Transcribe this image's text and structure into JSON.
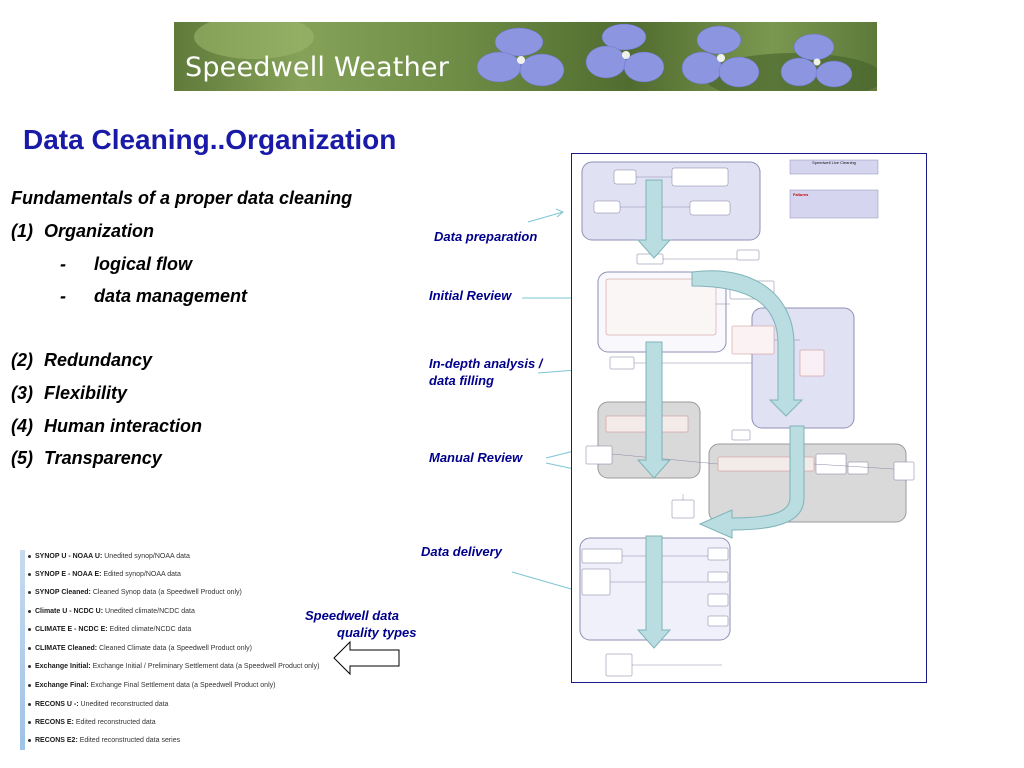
{
  "banner": {
    "brand": "Speedwell Weather"
  },
  "title": "Data Cleaning..Organization",
  "content": {
    "heading": "Fundamentals of a proper data cleaning",
    "items": [
      {
        "num": "(1)",
        "label": "Organization"
      },
      {
        "num": "(2)",
        "label": "Redundancy"
      },
      {
        "num": "(3)",
        "label": "Flexibility"
      },
      {
        "num": "(4)",
        "label": "Human interaction"
      },
      {
        "num": "(5)",
        "label": "Transparency"
      }
    ],
    "subitems": [
      {
        "dash": "-",
        "label": "logical flow"
      },
      {
        "dash": "-",
        "label": "data management"
      }
    ]
  },
  "callouts": {
    "data_preparation": "Data preparation",
    "initial_review": "Initial Review",
    "indepth_line1": "In-depth analysis /",
    "indepth_line2": "data filling",
    "manual_review": "Manual Review",
    "data_delivery": "Data delivery",
    "quality_types_line1": "Speedwell data",
    "quality_types_line2": "quality types"
  },
  "legend": [
    {
      "name": "SYNOP U - NOAA U:",
      "desc": " Unedited synop/NOAA data"
    },
    {
      "name": "SYNOP E - NOAA E:",
      "desc": " Edited synop/NOAA data"
    },
    {
      "name": "SYNOP Cleaned:",
      "desc": " Cleaned Synop data (a Speedwell Product only)"
    },
    {
      "name": "Climate U - NCDC U:",
      "desc": " Unedited climate/NCDC data"
    },
    {
      "name": "CLIMATE E - NCDC E:",
      "desc": " Edited climate/NCDC data"
    },
    {
      "name": "CLIMATE Cleaned:",
      "desc": " Cleaned Climate data (a Speedwell Product only)"
    },
    {
      "name": "Exchange Initial:",
      "desc": " Exchange Initial / Preliminary Settlement data (a Speedwell Product only)"
    },
    {
      "name": "Exchange Final:",
      "desc": " Exchange Final Settlement data (a Speedwell Product only)"
    },
    {
      "name": "RECONS U -:",
      "desc": " Unedited reconstructed data"
    },
    {
      "name": "RECONS E:",
      "desc": " Edited reconstructed data"
    },
    {
      "name": "RECONS E2:",
      "desc": " Edited reconstructed data series"
    }
  ],
  "flowchart": {
    "header": "Speedwell Live Cleaning",
    "failures": "Failures"
  },
  "colors": {
    "title": "#1a1aa8",
    "callout": "#00008b",
    "stage_fill": "#e3e3f5",
    "stage_stroke": "#8f8fb5",
    "manual_fill": "#d9d9d9",
    "arrow_fill": "#b9dde0",
    "arrow_stroke": "#7fb3b8"
  }
}
